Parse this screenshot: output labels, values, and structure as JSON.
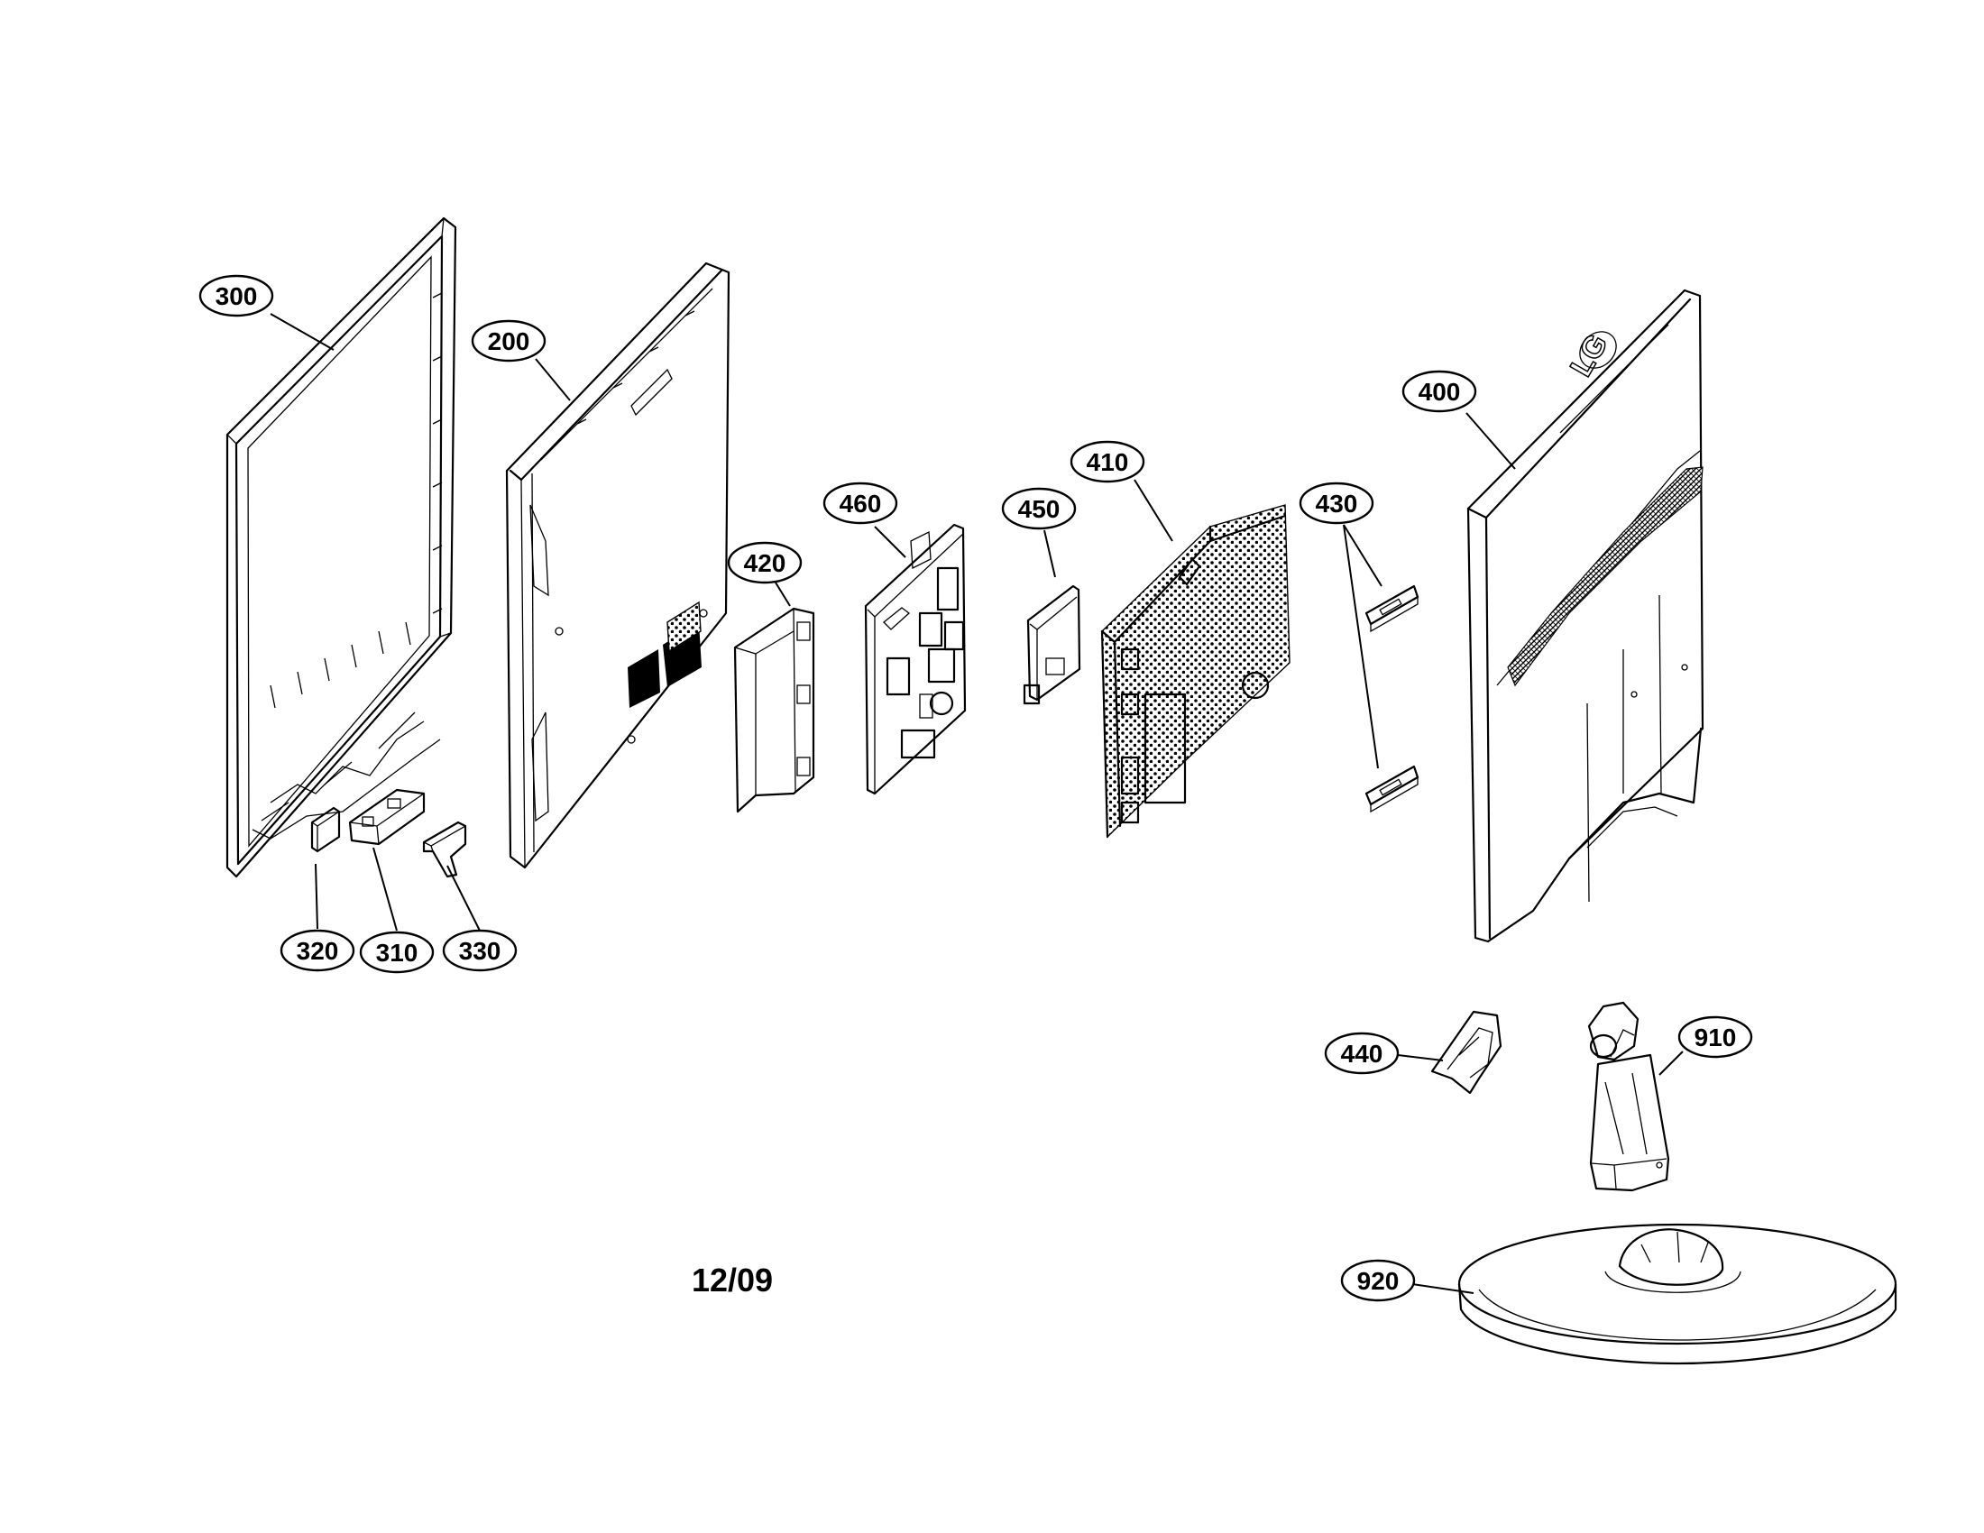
{
  "callouts": [
    {
      "id": "300",
      "label": "300"
    },
    {
      "id": "200",
      "label": "200"
    },
    {
      "id": "420",
      "label": "420"
    },
    {
      "id": "460",
      "label": "460"
    },
    {
      "id": "450",
      "label": "450"
    },
    {
      "id": "410",
      "label": "410"
    },
    {
      "id": "430",
      "label": "430"
    },
    {
      "id": "400",
      "label": "400"
    },
    {
      "id": "320",
      "label": "320"
    },
    {
      "id": "310",
      "label": "310"
    },
    {
      "id": "330",
      "label": "330"
    },
    {
      "id": "440",
      "label": "440"
    },
    {
      "id": "910",
      "label": "910"
    },
    {
      "id": "920",
      "label": "920"
    }
  ],
  "date_code": "12/09",
  "brand_logo": "LG"
}
